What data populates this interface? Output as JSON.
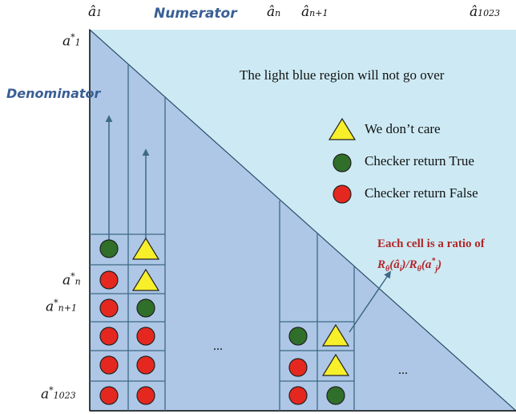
{
  "column_headers": {
    "a1": "â",
    "a1_sub": "1",
    "numerator_label": "Numerator",
    "an": "â",
    "an_sub": "n",
    "an1": "â",
    "an1_sub": "n+1",
    "a1023": "â",
    "a1023_sub": "1023"
  },
  "row_headers": {
    "r1": "a",
    "r1_sub": "1",
    "rn": "a",
    "rn_sub": "n",
    "rn1": "a",
    "rn1_sub": "n+1",
    "r1023": "a",
    "r1023_sub": "1023",
    "star": "*"
  },
  "denominator_label": "Denominator",
  "region_note": "The light blue region will not go over",
  "legend": [
    {
      "shape": "triangle",
      "label": "We don’t care",
      "color": "#f7ef2a"
    },
    {
      "shape": "green-circle",
      "label": "Checker return True",
      "color": "#2f6f2a"
    },
    {
      "shape": "red-circle",
      "label": "Checker return False",
      "color": "#e5281f"
    }
  ],
  "cell_note": {
    "line1": "Each cell is a ratio of",
    "line2": "R_θ(â_i)/R_θ(a*_j)"
  },
  "ellipsis": "...",
  "colors": {
    "light_region": "#cdeaf4",
    "triangle_region": "#aec7e6",
    "grid_line": "#3d6a86",
    "accent_blue": "#3a5f95",
    "note_red": "#b3262a"
  }
}
